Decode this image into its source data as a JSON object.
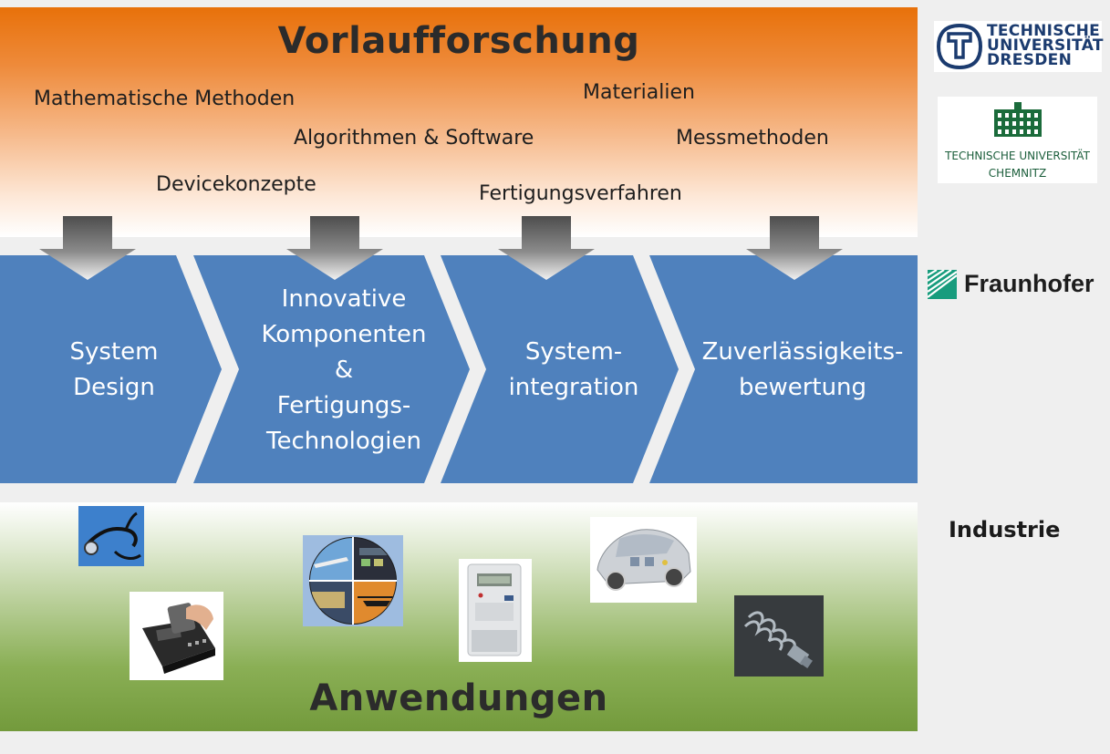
{
  "top_band": {
    "title": "Vorlaufforschung",
    "topics": [
      "Mathematische Methoden",
      "Materialien",
      "Algorithmen & Software",
      "Messmethoden",
      "Devicekonzepte",
      "Fertigungsverfahren"
    ]
  },
  "process": {
    "stages": [
      {
        "lines": [
          "System",
          "Design"
        ]
      },
      {
        "lines": [
          "Innovative",
          "Komponenten",
          "&",
          "Fertigungs-",
          "Technologien"
        ]
      },
      {
        "lines": [
          "System-",
          "integration"
        ]
      },
      {
        "lines": [
          "Zuverlässigkeits-",
          "bewertung"
        ]
      }
    ]
  },
  "bottom_band": {
    "title": "Anwendungen",
    "images": [
      "stethoscope",
      "card-terminal",
      "aviation-collage",
      "electricity-meter",
      "car-cutaway",
      "energy-saving-lamp"
    ]
  },
  "partners": {
    "tu_dresden": {
      "line1": "TECHNISCHE",
      "line2": "UNIVERSITÄT",
      "line3": "DRESDEN"
    },
    "tu_chemnitz": {
      "line1": "TECHNISCHE UNIVERSITÄT",
      "line2": "CHEMNITZ"
    },
    "fraunhofer": "Fraunhofer",
    "industrie": "Industrie"
  },
  "colors": {
    "top_band": "#e8710a",
    "process_blue": "#4f81bd",
    "bottom_band": "#739a3c",
    "arrow_gray": "#555555"
  }
}
